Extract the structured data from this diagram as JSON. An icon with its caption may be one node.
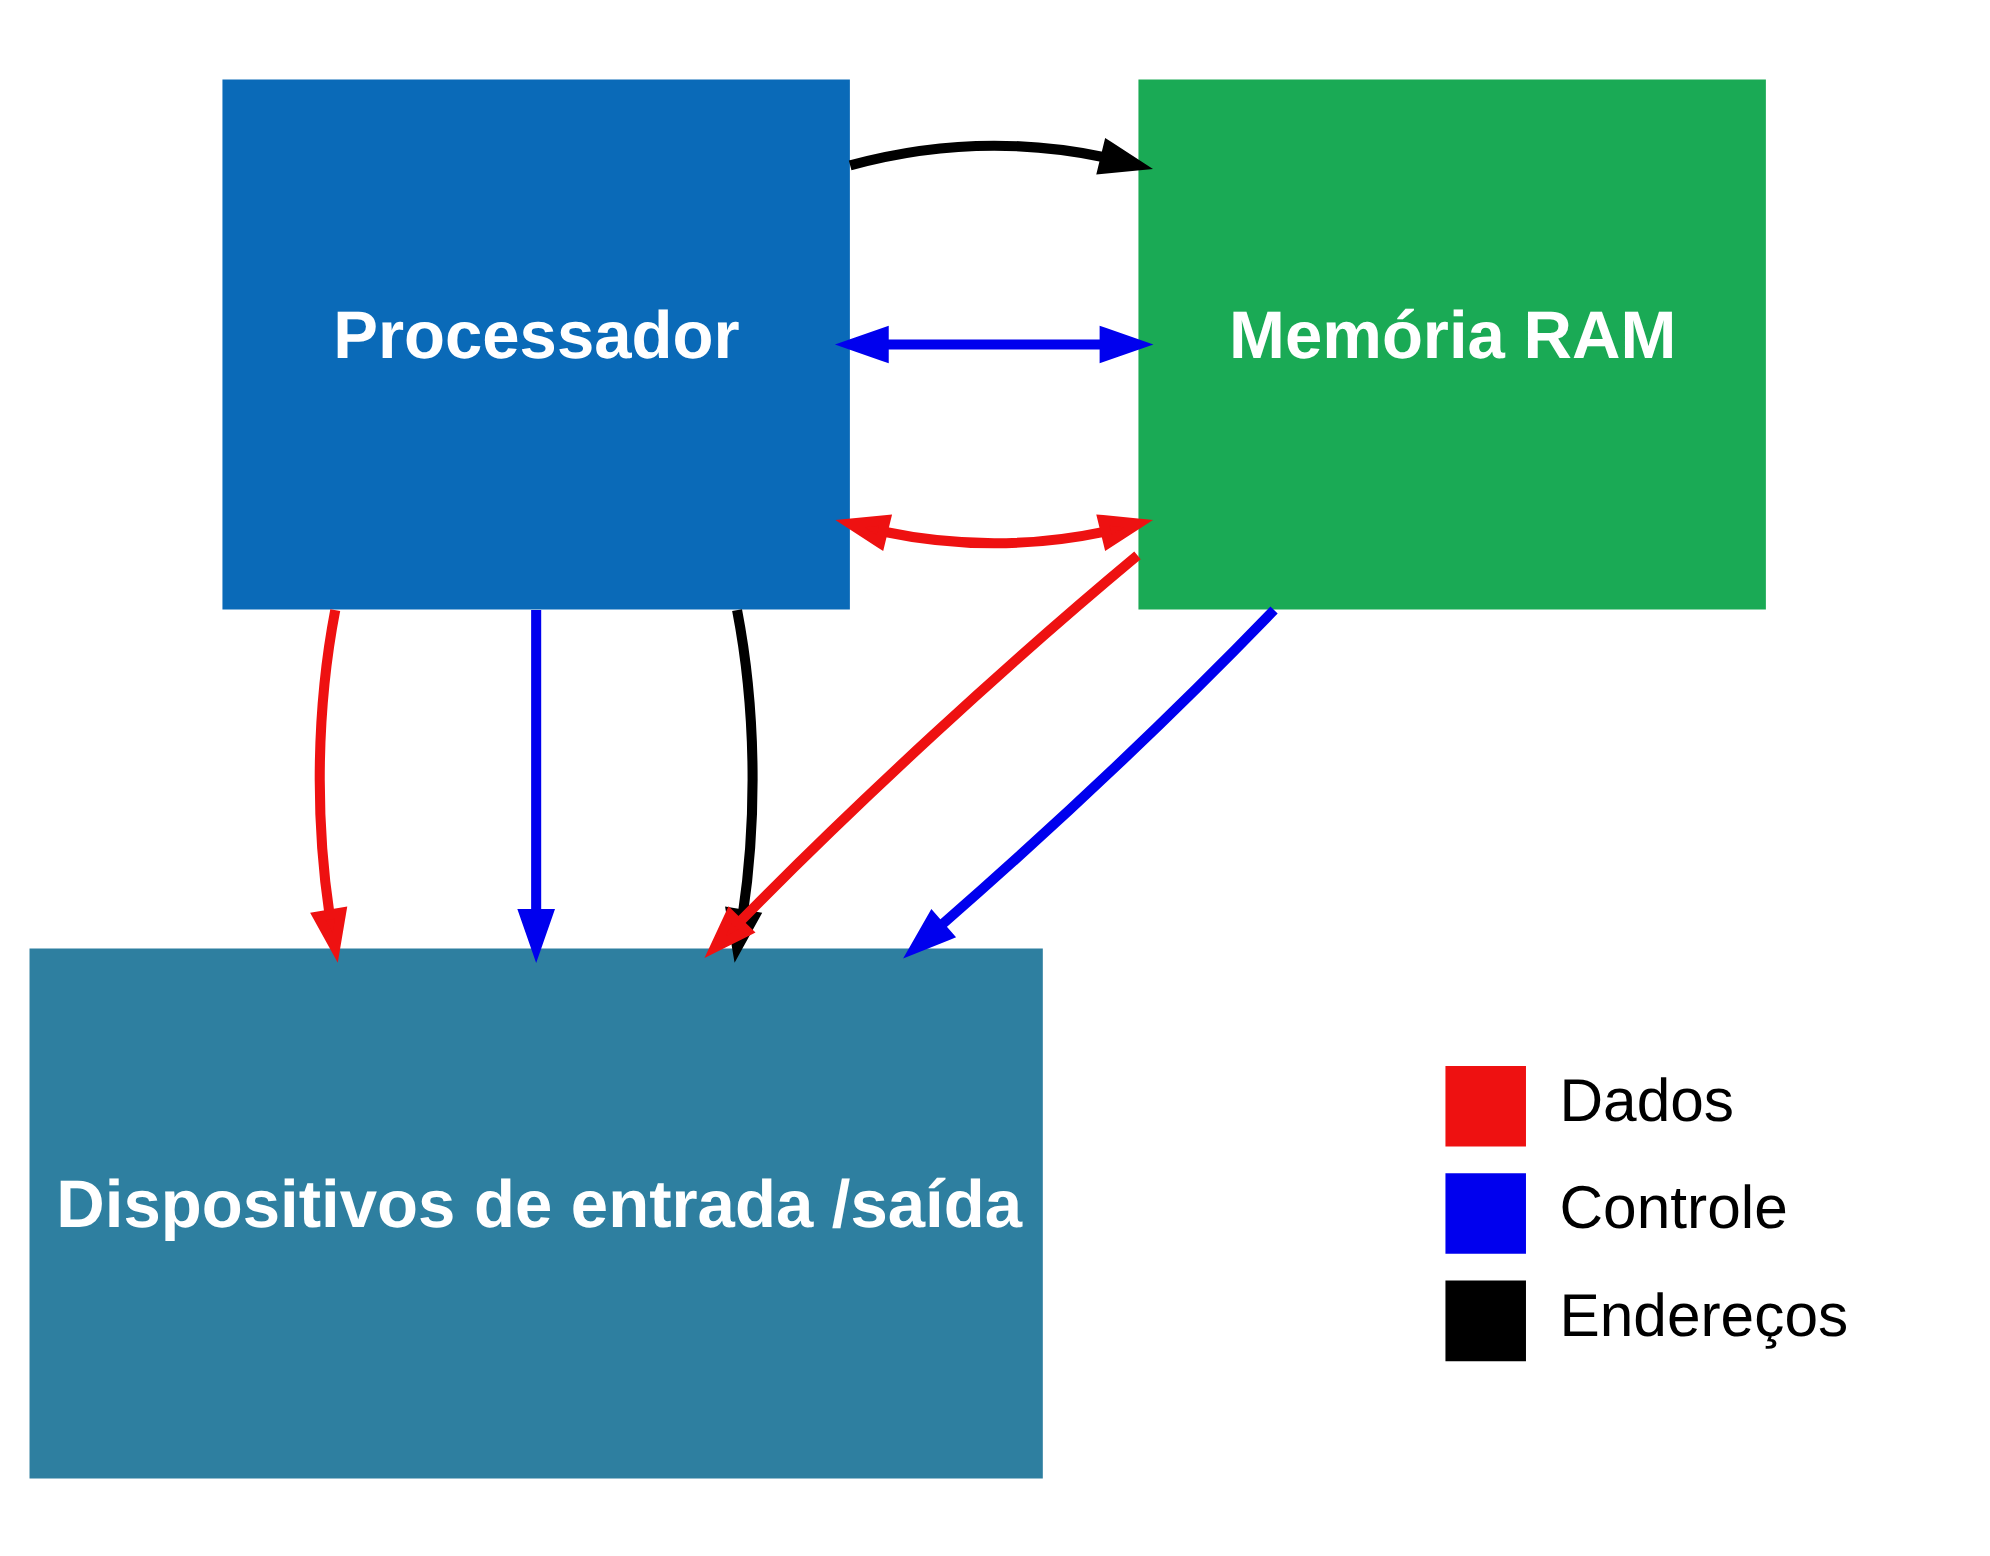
{
  "diagram": {
    "nodes": [
      {
        "text": [
          "Processador"
        ]
      },
      {
        "text": [
          "Memória RAM"
        ]
      },
      {
        "text": [
          "Dispositivos de entrada /saída"
        ]
      }
    ],
    "edges": [
      {
        "from": 0,
        "to": 1,
        "arrow": "both",
        "color": "#ee1111"
      },
      {
        "from": 0,
        "to": 2,
        "arrow": "to",
        "color": "#ee1111"
      },
      {
        "from": 1,
        "to": 2,
        "arrow": "to",
        "color": "#ee1111"
      },
      {
        "from": 0,
        "to": 1,
        "arrow": "both",
        "color": "#0000ee"
      },
      {
        "from": 0,
        "to": 2,
        "arrow": "to",
        "color": "#0000ee"
      },
      {
        "from": 1,
        "to": 2,
        "arrow": "to",
        "color": "#0000ee"
      },
      {
        "from": 0,
        "to": 1,
        "arrow": "to",
        "color": "#000000"
      },
      {
        "from": 0,
        "to": 2,
        "arrow": "to",
        "color": "#000000"
      }
    ],
    "legend": [
      {
        "text": "Dados",
        "color": "#ee1111"
      },
      {
        "text": "Controle",
        "color": "#0000ee"
      },
      {
        "text": "Endereços",
        "color": "#000000"
      }
    ]
  }
}
